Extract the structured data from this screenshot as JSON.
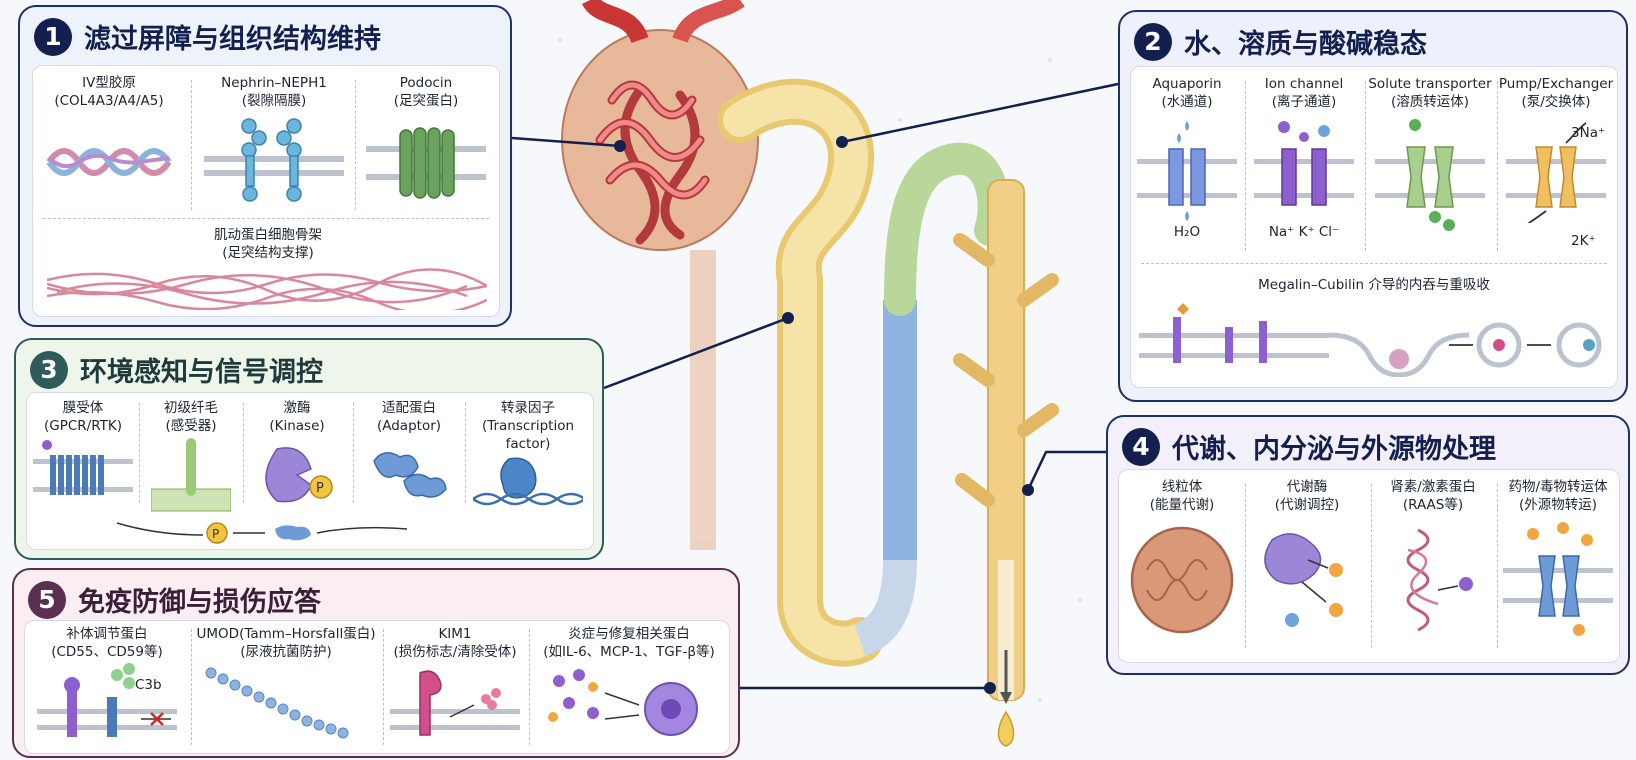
{
  "panels": {
    "p1": {
      "num": "1",
      "title": "滤过屏障与组织结构维持",
      "items": [
        {
          "name": "IV型胶原",
          "sub": "(COL4A3/A4/A5)"
        },
        {
          "name": "Nephrin–NEPH1",
          "sub": "(裂隙隔膜)"
        },
        {
          "name": "Podocin",
          "sub": "(足突蛋白)"
        }
      ],
      "bottom": {
        "name": "肌动蛋白细胞骨架",
        "sub": "(足突结构支撑)"
      }
    },
    "p2": {
      "num": "2",
      "title": "水、溶质与酸碱稳态",
      "items": [
        {
          "name": "Aquaporin",
          "sub": "(水通道)",
          "note": "H₂O"
        },
        {
          "name": "Ion channel",
          "sub": "(离子通道)",
          "note": "Na⁺   K⁺   Cl⁻"
        },
        {
          "name": "Solute transporter",
          "sub": "(溶质转运体)",
          "note": ""
        },
        {
          "name": "Pump/Exchanger",
          "sub": "(泵/交换体)",
          "note": "3Na⁺",
          "note2": "2K⁺"
        }
      ],
      "bottom": "Megalin–Cubilin 介导的内吞与重吸收"
    },
    "p3": {
      "num": "3",
      "title": "环境感知与信号调控",
      "items": [
        {
          "name": "膜受体",
          "sub": "(GPCR/RTK)"
        },
        {
          "name": "初级纤毛",
          "sub": "(感受器)"
        },
        {
          "name": "激酶",
          "sub": "(Kinase)"
        },
        {
          "name": "适配蛋白",
          "sub": "(Adaptor)"
        },
        {
          "name": "转录因子",
          "sub": "(Transcription factor)"
        }
      ],
      "p_label": "P"
    },
    "p4": {
      "num": "4",
      "title": "代谢、内分泌与外源物处理",
      "items": [
        {
          "name": "线粒体",
          "sub": "(能量代谢)"
        },
        {
          "name": "代谢酶",
          "sub": "(代谢调控)"
        },
        {
          "name": "肾素/激素蛋白",
          "sub": "(RAAS等)"
        },
        {
          "name": "药物/毒物转运体",
          "sub": "(外源物转运)"
        }
      ]
    },
    "p5": {
      "num": "5",
      "title": "免疫防御与损伤应答",
      "items": [
        {
          "name": "补体调节蛋白",
          "sub": "(CD55、CD59等)",
          "note": "C3b"
        },
        {
          "name": "UMOD(Tamm–Horsfall蛋白)",
          "sub": "(尿液抗菌防护)"
        },
        {
          "name": "KIM1",
          "sub": "(损伤标志/清除受体)"
        },
        {
          "name": "炎症与修复相关蛋白",
          "sub": "(如IL-6、MCP-1、TGF-β等)"
        }
      ]
    }
  },
  "colors": {
    "navy": "#13204f",
    "glomerulus": "#e06a6a",
    "proximal": "#f0d68a",
    "loop_blue": "#8fb3e0",
    "distal_green": "#b9d79a",
    "collecting": "#f2cf86"
  }
}
